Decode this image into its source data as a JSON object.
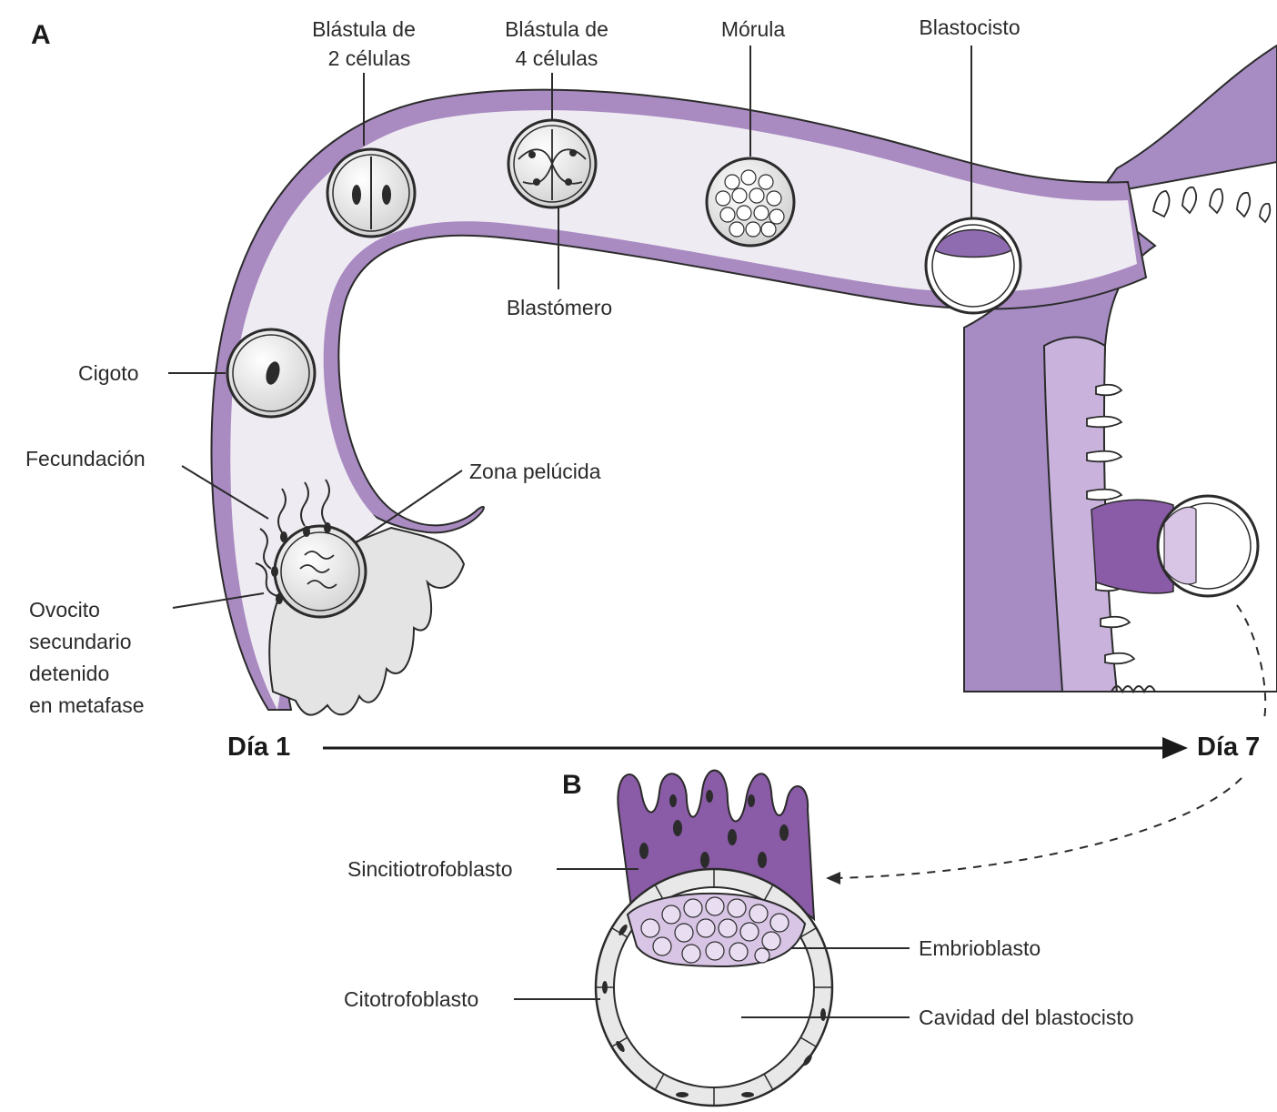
{
  "panels": {
    "a": "A",
    "b": "B"
  },
  "labels": {
    "blastula2_l1": "Blástula de",
    "blastula2_l2": "2 células",
    "blastula4_l1": "Blástula de",
    "blastula4_l2": "4 células",
    "morula": "Mórula",
    "blastocyst": "Blastocisto",
    "blastomere": "Blastómero",
    "zygote": "Cigoto",
    "fertilization": "Fecundación",
    "zona_pellucida": "Zona pelúcida",
    "oocyte_l1": "Ovocito",
    "oocyte_l2": "secundario",
    "oocyte_l3": "detenido",
    "oocyte_l4": "en metafase",
    "syncytiotrophoblast": "Sincitiotrofoblasto",
    "embryoblast": "Embrioblasto",
    "cytotrophoblast": "Citotrofoblasto",
    "blastocyst_cavity": "Cavidad del blastocisto"
  },
  "timeline": {
    "start": "Día 1",
    "end": "Día 7"
  },
  "colors": {
    "tube_wall": "#a98bc2",
    "tube_lumen": "#efebf2",
    "uterus_wall": "#a78cc4",
    "syncytio": "#8a5ba6",
    "embryoblast": "#d8c5e6",
    "cell_fill": "#ececec",
    "outline": "#2b2b2b"
  }
}
